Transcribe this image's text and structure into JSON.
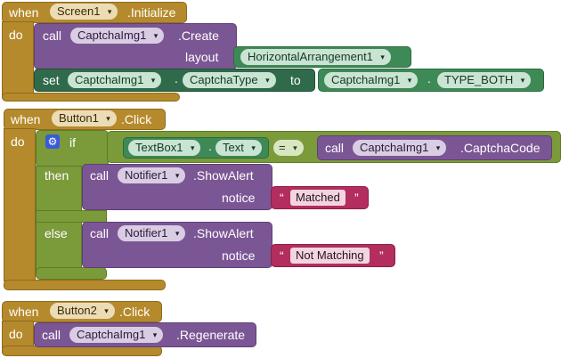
{
  "event1": {
    "when": "when",
    "component": "Screen1",
    "event": ".Initialize",
    "do": "do",
    "call": "call",
    "call_component": "CaptchaImg1",
    "call_method": ".Create",
    "param_label": "layout",
    "param_value": "HorizontalArrangement1",
    "set": "set",
    "set_component": "CaptchaImg1",
    "dot": ".",
    "set_property": "CaptchaType",
    "to": "to",
    "to_component": "CaptchaImg1",
    "to_value": "TYPE_BOTH"
  },
  "event2": {
    "when": "when",
    "component": "Button1",
    "event": ".Click",
    "do": "do",
    "if": "if",
    "then": "then",
    "else": "else",
    "textbox": "TextBox1",
    "dot": ".",
    "textbox_prop": "Text",
    "compare_op": "=",
    "call": "call",
    "captcha_component": "CaptchaImg1",
    "captcha_prop": ".CaptchaCode",
    "then_call": "call",
    "then_component": "Notifier1",
    "then_method": ".ShowAlert",
    "then_param": "notice",
    "then_text": "Matched",
    "else_call": "call",
    "else_component": "Notifier1",
    "else_method": ".ShowAlert",
    "else_param": "notice",
    "else_text": "Not Matching"
  },
  "event3": {
    "when": "when",
    "component": "Button2",
    "event": ".Click",
    "do": "do",
    "call": "call",
    "call_component": "CaptchaImg1",
    "call_method": ".Regenerate"
  },
  "icons": {
    "dropdown": "▾",
    "gear": "⚙",
    "open_quote": "“",
    "close_quote": "”"
  },
  "colors": {
    "event": "#b58a2c",
    "procedure": "#7b5694",
    "component": "#3e8a57",
    "control": "#7b9a3a",
    "text": "#b32d5e"
  }
}
